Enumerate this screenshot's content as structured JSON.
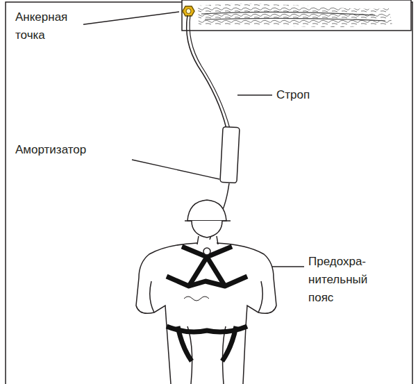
{
  "diagram": {
    "labels": [
      "Анкерная точка",
      "Строп",
      "Амортизатор",
      "Предохра- нительный пояс"
    ]
  }
}
